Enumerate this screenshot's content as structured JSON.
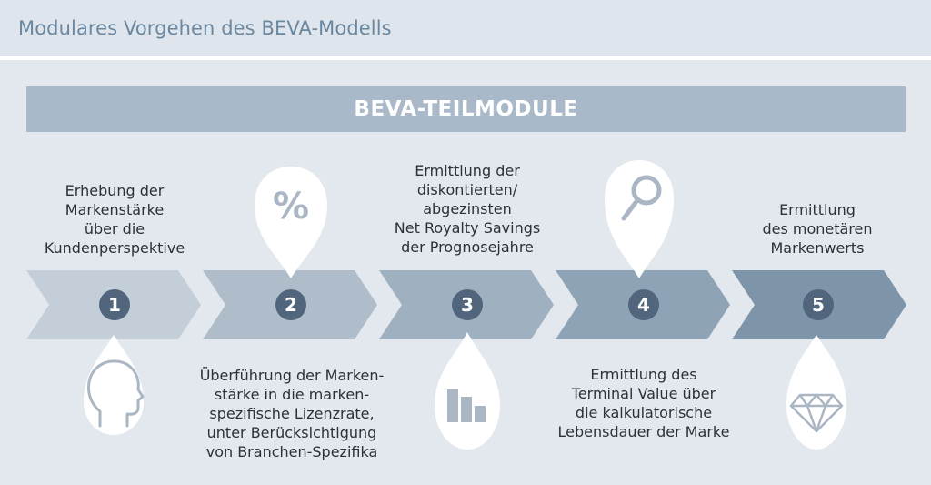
{
  "header": {
    "title": "Modulares Vorgehen des BEVA-Modells"
  },
  "banner": {
    "label": "BEVA-TEILMODULE"
  },
  "steps": [
    {
      "number": "1",
      "text": "Erhebung der\nMarkenstärke\nüber die\nKundenperspektive",
      "icon": "head-icon"
    },
    {
      "number": "2",
      "text": "Überführung der Marken-\nstärke in die marken-\nspezifische Lizenzrate,\nunter Berücksichtigung\nvon Branchen-Spezifika",
      "icon": "percent-icon",
      "icon_text": "%"
    },
    {
      "number": "3",
      "text": "Ermittlung der\ndiskontierten/\nabgezinsten\nNet Royalty Savings\nder Prognosejahre",
      "icon": "bar-chart-icon"
    },
    {
      "number": "4",
      "text": "Ermittlung des\nTerminal Value über\ndie kalkulatorische\nLebensdauer der Marke",
      "icon": "magnifier-icon"
    },
    {
      "number": "5",
      "text": "Ermittlung\ndes monetären\nMarkenwerts",
      "icon": "diamond-icon"
    }
  ],
  "colors": {
    "arrow_1": "#c4ced8",
    "arrow_2": "#afbdca",
    "arrow_3": "#9fb0c0",
    "arrow_4": "#8fa3b6",
    "arrow_5": "#7d94a9",
    "number_circle": "#51667d",
    "drop": "#ffffff",
    "icon": "#aab6c3"
  }
}
